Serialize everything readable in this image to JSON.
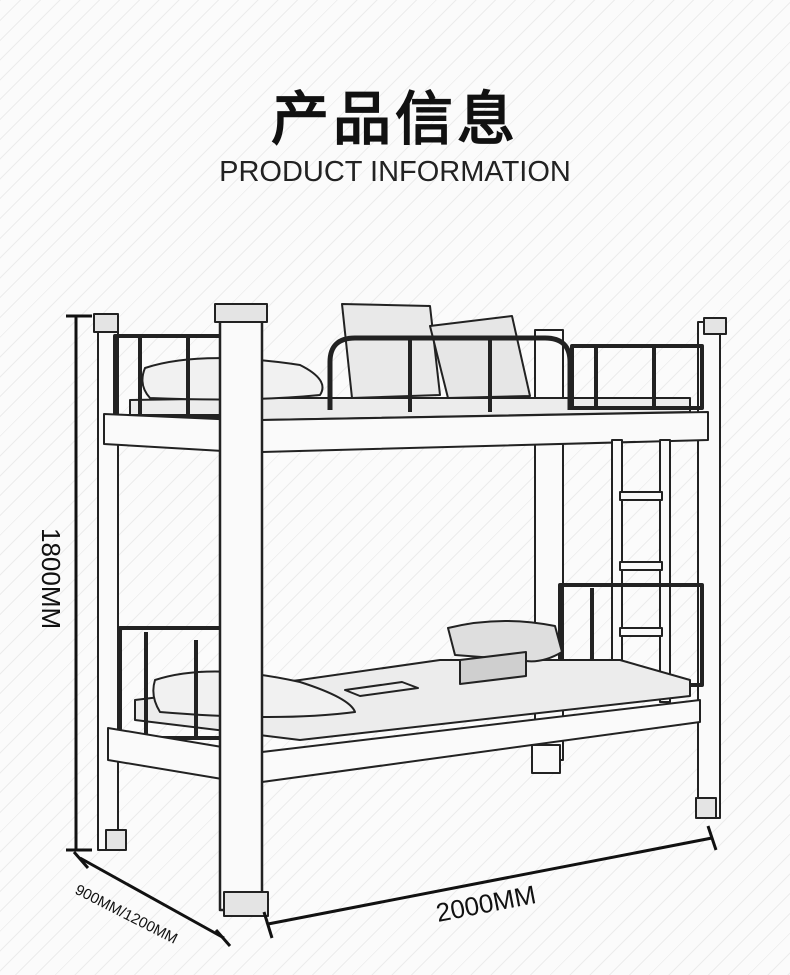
{
  "header": {
    "title": "产品信息",
    "subtitle": "PRODUCT INFORMATION"
  },
  "dimensions": {
    "height_label": "1800MM",
    "length_label": "2000MM",
    "width_label": "900MM/1200MM"
  }
}
